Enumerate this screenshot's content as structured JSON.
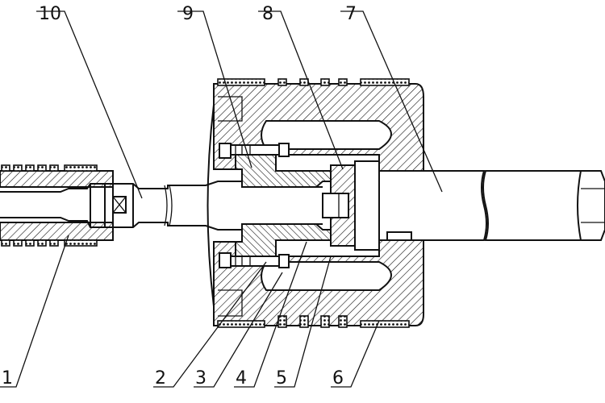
{
  "figure": {
    "callouts": [
      {
        "id": "callout-1",
        "text": "1"
      },
      {
        "id": "callout-2",
        "text": "2"
      },
      {
        "id": "callout-3",
        "text": "3"
      },
      {
        "id": "callout-4",
        "text": "4"
      },
      {
        "id": "callout-5",
        "text": "5"
      },
      {
        "id": "callout-6",
        "text": "6"
      },
      {
        "id": "callout-7",
        "text": "7"
      },
      {
        "id": "callout-8",
        "text": "8"
      },
      {
        "id": "callout-9",
        "text": "9"
      },
      {
        "id": "callout-10",
        "text": "10"
      }
    ]
  },
  "colors": {
    "ink": "#111111",
    "paper": "#ffffff"
  }
}
